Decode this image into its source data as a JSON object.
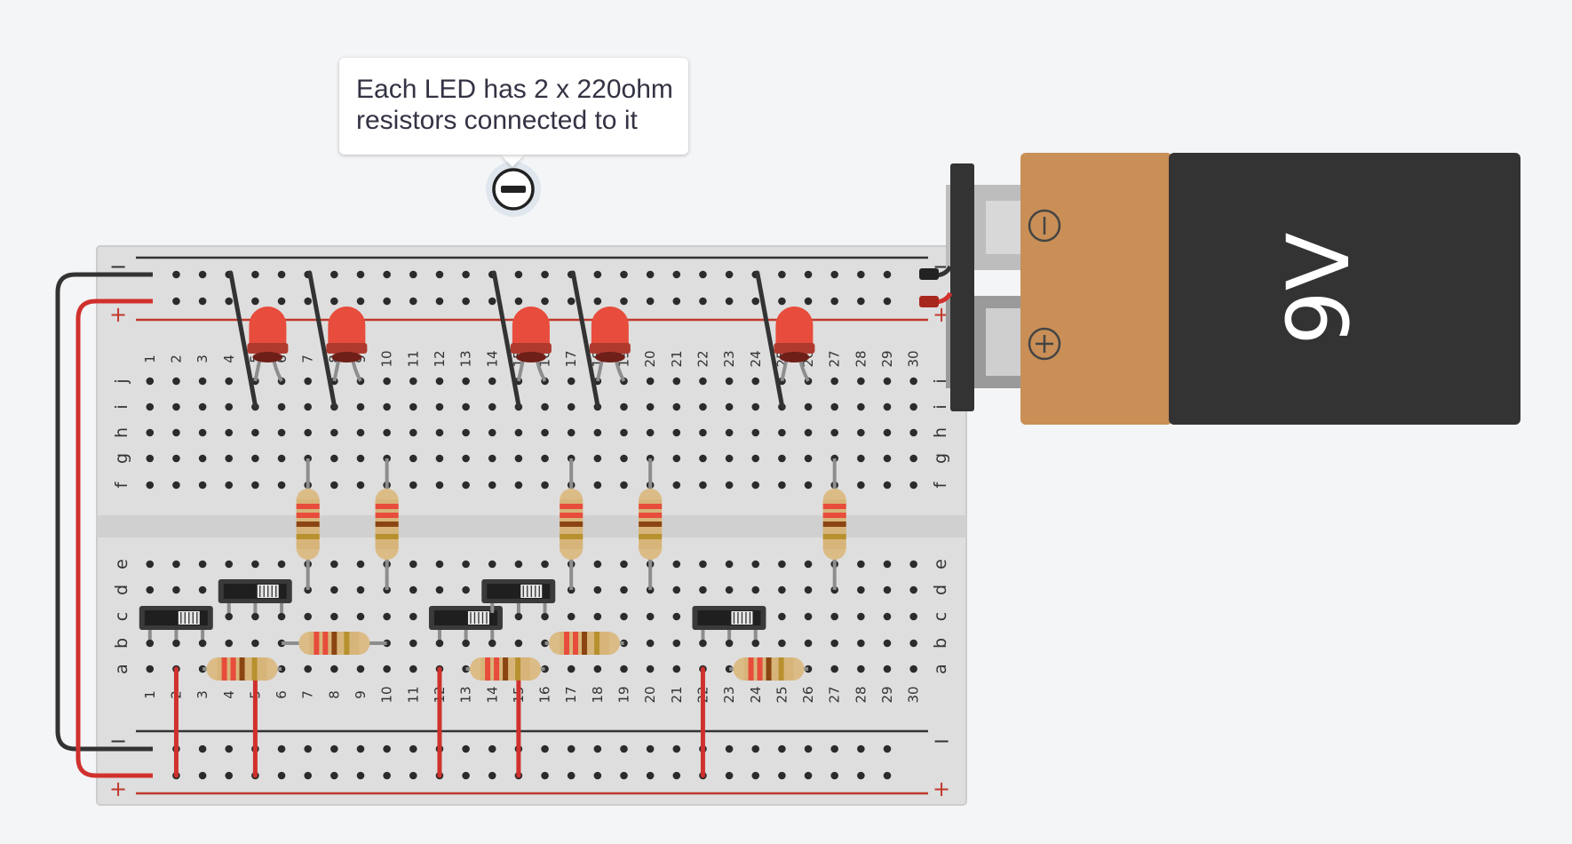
{
  "note": {
    "lines": [
      "Each LED has 2 x 220ohm",
      "resistors connected to it"
    ],
    "collapse_icon": "minus-circle-icon"
  },
  "battery": {
    "label": "9V",
    "neg_symbol": "−",
    "pos_symbol": "+",
    "body_color": "#333333",
    "band_color": "#c98f57"
  },
  "breadboard": {
    "columns": [
      "1",
      "2",
      "3",
      "4",
      "5",
      "6",
      "7",
      "8",
      "9",
      "10",
      "11",
      "12",
      "13",
      "14",
      "15",
      "16",
      "17",
      "18",
      "19",
      "20",
      "21",
      "22",
      "23",
      "24",
      "25",
      "26",
      "27",
      "28",
      "29",
      "30"
    ],
    "top_rows": [
      "j",
      "i",
      "h",
      "g",
      "f"
    ],
    "bottom_rows": [
      "e",
      "d",
      "c",
      "b",
      "a"
    ],
    "rail_minus": "−",
    "rail_plus": "+",
    "rail_plus_color": "#c0392b",
    "rail_minus_color": "#333333"
  },
  "components": {
    "led_color": "#e74c3c",
    "led_count": 5,
    "resistor_count": 10,
    "switch_count": 5
  }
}
